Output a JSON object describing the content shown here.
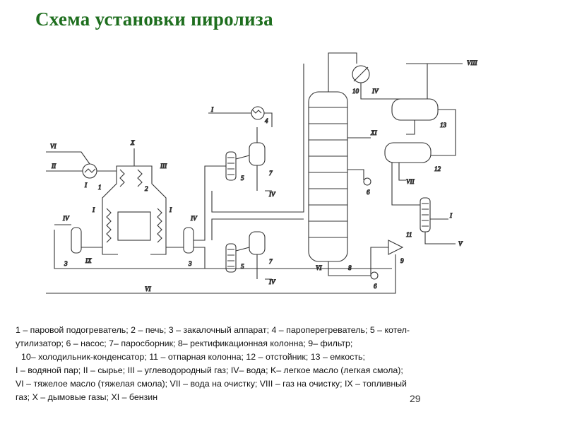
{
  "title": "Схема установки пиролиза",
  "legend": [
    "1 – паровой подогреватель; 2 – печь; 3 – закалочный аппарат; 4 – пароперегреватель; 5 – котел-",
    "утилизатор; 6 – насос; 7– паросборник; 8– ректификационная колонна; 9– фильтр;",
    "10– холодильник-конденсатор; 11 – отпарная колонна; 12 – отстойник; 13 – емкость;",
    "I – водяной пар; II – сырье; III – углеводородный газ; IV– вода; K– легкое масло (легкая смола);",
    "VI – тяжелое масло (тяжелая смола); VII – вода на очистку; VIII – газ на очистку; IX – топливный",
    "газ; X – дымовые газы; XI – бензин"
  ],
  "page_number": "29",
  "diagram_labels": {
    "n1": "1",
    "n2": "2",
    "n3": "3",
    "n4": "4",
    "n5": "5",
    "n6": "6",
    "n7": "7",
    "n8": "8",
    "n9": "9",
    "n10": "10",
    "n11": "11",
    "n12": "12",
    "n13": "13",
    "I": "I",
    "II": "II",
    "III": "III",
    "IV": "IV",
    "V": "V",
    "VI": "VI",
    "VII": "VII",
    "VIII": "VIII",
    "IX": "IX",
    "X": "X",
    "XI": "XI"
  }
}
